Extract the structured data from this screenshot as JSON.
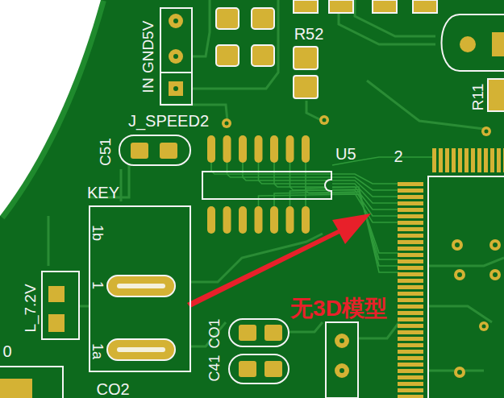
{
  "diagram": {
    "nodes": [
      {
        "text": [
          "KEY"
        ]
      },
      {
        "text": [
          "U5"
        ]
      }
    ],
    "labels": [
      "IN GND5V",
      "J_SPEED2",
      "C51",
      "R52",
      "2",
      "R11",
      "1b",
      "1",
      "1a",
      "L_7.2V",
      "0",
      "CO1",
      "C41",
      "CO2",
      "无3D模型"
    ]
  }
}
